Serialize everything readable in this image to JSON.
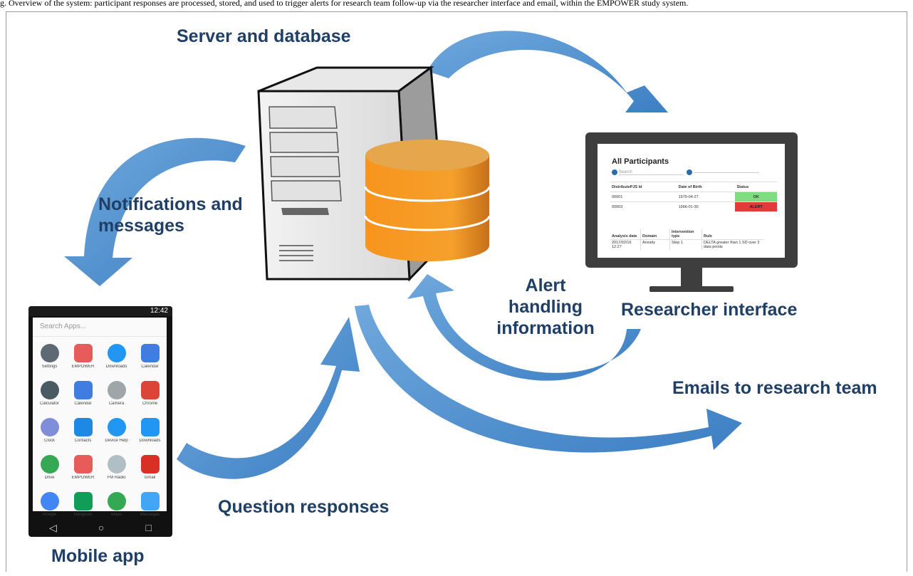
{
  "caption": "g. Overview of the system: participant responses are processed, stored, and used to trigger alerts for research team follow-up via the researcher interface and email, within the EMPOWER study system.",
  "labels": {
    "server": "Server and database",
    "notifications": "Notifications and messages",
    "researcher": "Researcher interface",
    "alert": "Alert handling information",
    "emails": "Emails to research team",
    "questions": "Question responses",
    "mobile": "Mobile app"
  },
  "phone": {
    "time": "12:42",
    "search_placeholder": "Search Apps...",
    "apps": [
      {
        "name": "Settings",
        "icon": "settings-icon",
        "color": "#5d6a73"
      },
      {
        "name": "EMPOWER",
        "icon": "empower-icon",
        "color": "#e85b5b"
      },
      {
        "name": "Downloads",
        "icon": "downloads-icon",
        "color": "#2196f3"
      },
      {
        "name": "Calendar",
        "icon": "calendar-icon",
        "color": "#3f7de0"
      },
      {
        "name": "Calculator",
        "icon": "calculator-icon",
        "color": "#4a5a63"
      },
      {
        "name": "Calendar",
        "icon": "calendar-icon",
        "color": "#3f7de0"
      },
      {
        "name": "Camera",
        "icon": "camera-icon",
        "color": "#9ea6aa"
      },
      {
        "name": "Chrome",
        "icon": "chrome-icon",
        "color": "#db4437"
      },
      {
        "name": "Clock",
        "icon": "clock-icon",
        "color": "#7f8ed8"
      },
      {
        "name": "Contacts",
        "icon": "contacts-icon",
        "color": "#1e88e5"
      },
      {
        "name": "Device Help",
        "icon": "help-icon",
        "color": "#2196f3"
      },
      {
        "name": "Downloads",
        "icon": "downloads-icon",
        "color": "#2196f3"
      },
      {
        "name": "Drive",
        "icon": "drive-icon",
        "color": "#34a853"
      },
      {
        "name": "EMPOWER",
        "icon": "empower-icon",
        "color": "#e85b5b"
      },
      {
        "name": "FM Radio",
        "icon": "radio-icon",
        "color": "#b0bec5"
      },
      {
        "name": "Gmail",
        "icon": "gmail-icon",
        "color": "#d93025"
      },
      {
        "name": "Google",
        "icon": "google-icon",
        "color": "#4285f4"
      },
      {
        "name": "Hangouts",
        "icon": "hangouts-icon",
        "color": "#0f9d58"
      },
      {
        "name": "Maps",
        "icon": "maps-icon",
        "color": "#34a853"
      },
      {
        "name": "Messages",
        "icon": "messages-icon",
        "color": "#42a5f5"
      }
    ],
    "nav": [
      "◁",
      "○",
      "□"
    ]
  },
  "researcher_ui": {
    "title": "All Participants",
    "search_placeholder": "Search",
    "columns": [
      "DistributePJS Id",
      "Date of Birth",
      "Status"
    ],
    "rows": [
      {
        "id": "00001",
        "dob": "1970-04-27",
        "status": "OK"
      },
      {
        "id": "00003",
        "dob": "1966-01-30",
        "status": "ALERT"
      }
    ],
    "detail_columns": [
      "Analysis date",
      "Domain",
      "Intervention type",
      "Rule"
    ],
    "detail_row": [
      "2017/02/16 12:27",
      "Anxiety",
      "Step 1",
      "DELTA greater than 1 SD over 3 data points"
    ]
  },
  "colors": {
    "arrow": "#5b9bd5",
    "label": "#1f3f66",
    "db": "#f39a1e",
    "monitor": "#3e3e3e",
    "ok": "#7fdc7f",
    "alert": "#e23b3b"
  }
}
